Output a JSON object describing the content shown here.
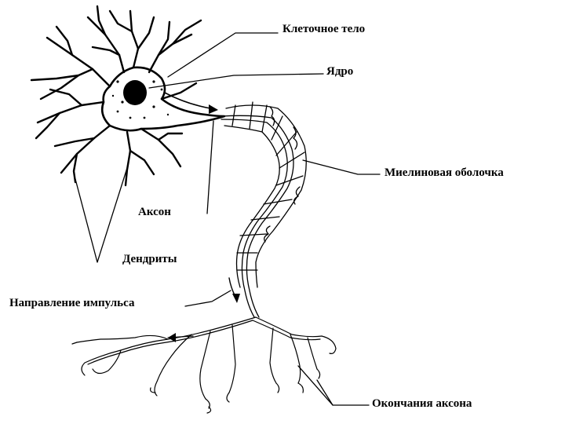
{
  "diagram": {
    "labels": {
      "cell_body": "Клеточное тело",
      "nucleus": "Ядро",
      "myelin_sheath": "Миелиновая оболочка",
      "axon": "Аксон",
      "dendrites": "Дендриты",
      "impulse_direction": "Направление импульса",
      "axon_terminals": "Окончания аксона"
    }
  }
}
